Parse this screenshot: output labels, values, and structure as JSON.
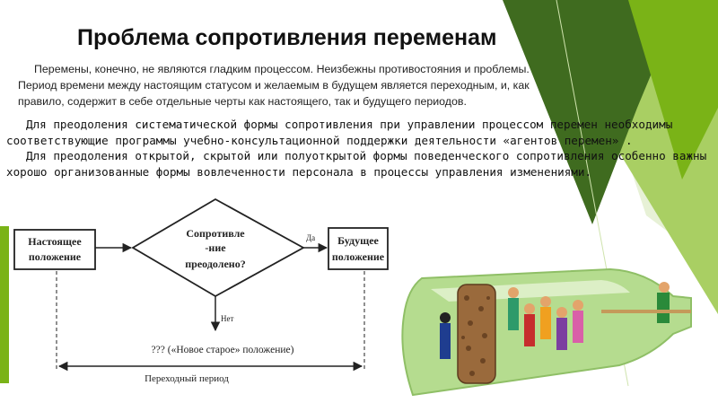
{
  "slide": {
    "title": "Проблема сопротивления переменам",
    "intro": [
      "Перемены, конечно, не являются гладким процессом. Неизбежны противостояния и проблемы.",
      "Период времени между настоящим статусом и желаемым в будущем является переходным, и, как",
      "правило, содержит в себе отдельные черты как настоящего, так и будущего периодов."
    ],
    "paragraphs": [
      "Для преодоления систематической формы сопротивления при управлении процессом перемен необходимы соответствующие программы учебно-консультационной поддержки деятельности «агентов перемен» .",
      "Для преодоления открытой, скрытой или полуоткрытой формы поведенческого сопротивления особенно важны хорошо организованные формы вовлеченности персонала в процессы управления изменениями."
    ]
  },
  "flowchart": {
    "current_1": "Настоящее",
    "current_2": "положение",
    "decision_1": "Сопротивле",
    "decision_2": "-ние",
    "decision_3": "преодолено?",
    "yes": "Да",
    "no": "Нет",
    "future_1": "Будущее",
    "future_2": "положение",
    "outcome": "??? («Новое старое» положение)",
    "period": "Переходный период"
  },
  "colors": {
    "accent_green": "#7ab317",
    "dark_green": "#3f6b1f",
    "light_green": "#a9cf63"
  }
}
